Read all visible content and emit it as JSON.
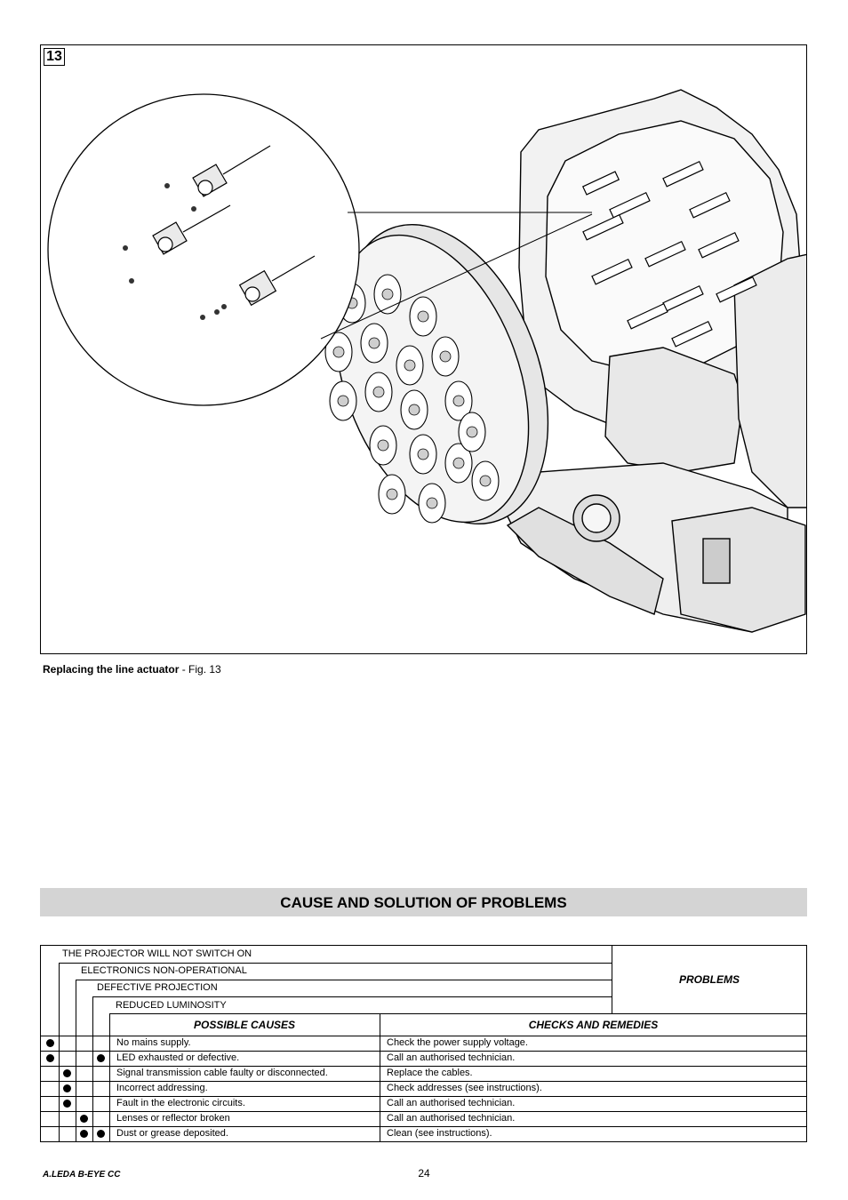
{
  "figure": {
    "number": "13",
    "caption_bold": "Replacing the line actuator",
    "caption_rest": " - Fig. 13"
  },
  "section": {
    "title": "CAUSE AND SOLUTION OF PROBLEMS"
  },
  "problems_table": {
    "problems": [
      "THE PROJECTOR WILL NOT SWITCH ON",
      "ELECTRONICS NON-OPERATIONAL",
      "DEFECTIVE PROJECTION",
      "REDUCED LUMINOSITY"
    ],
    "problems_label": "PROBLEMS",
    "causes_header": "POSSIBLE CAUSES",
    "remedies_header": "CHECKS AND REMEDIES",
    "rows": [
      {
        "marks": [
          true,
          false,
          false,
          false
        ],
        "cause": "No mains supply.",
        "remedy": "Check the power supply voltage."
      },
      {
        "marks": [
          true,
          false,
          false,
          true
        ],
        "cause": "LED exhausted or defective.",
        "remedy": "Call an authorised technician."
      },
      {
        "marks": [
          false,
          true,
          false,
          false
        ],
        "cause": "Signal transmission cable faulty or disconnected.",
        "remedy": "Replace the cables."
      },
      {
        "marks": [
          false,
          true,
          false,
          false
        ],
        "cause": "Incorrect addressing.",
        "remedy": "Check addresses (see instructions)."
      },
      {
        "marks": [
          false,
          true,
          false,
          false
        ],
        "cause": "Fault in the electronic circuits.",
        "remedy": "Call an authorised technician."
      },
      {
        "marks": [
          false,
          false,
          true,
          false
        ],
        "cause": "Lenses or reflector broken",
        "remedy": "Call an authorised technician."
      },
      {
        "marks": [
          false,
          false,
          true,
          true
        ],
        "cause": "Dust or grease deposited.",
        "remedy": "Clean (see instructions)."
      }
    ]
  },
  "footer": {
    "product": "A.LEDA B-EYE CC",
    "page": "24"
  }
}
